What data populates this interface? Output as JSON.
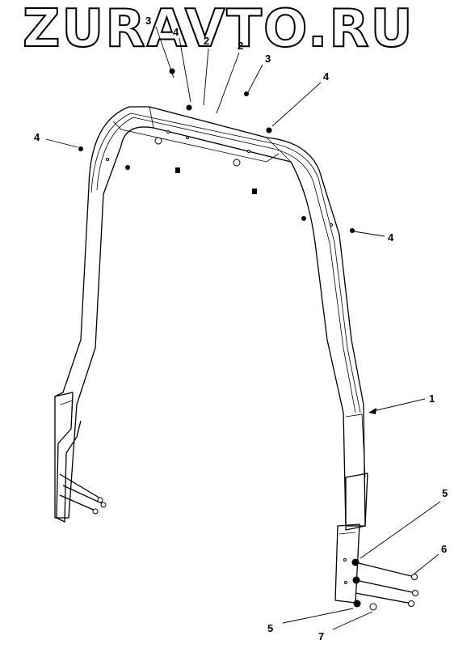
{
  "watermark": "ZURAVTO.RU",
  "callouts": [
    {
      "id": "c1",
      "label": "1"
    },
    {
      "id": "c2a",
      "label": "2"
    },
    {
      "id": "c2b",
      "label": "2"
    },
    {
      "id": "c3a",
      "label": "3"
    },
    {
      "id": "c3b",
      "label": "3"
    },
    {
      "id": "c4a",
      "label": "4"
    },
    {
      "id": "c4b",
      "label": "4"
    },
    {
      "id": "c4c",
      "label": "4"
    },
    {
      "id": "c4d",
      "label": "4"
    },
    {
      "id": "c5a",
      "label": "5"
    },
    {
      "id": "c5b",
      "label": "5"
    },
    {
      "id": "c6",
      "label": "6"
    },
    {
      "id": "c7",
      "label": "7"
    }
  ]
}
